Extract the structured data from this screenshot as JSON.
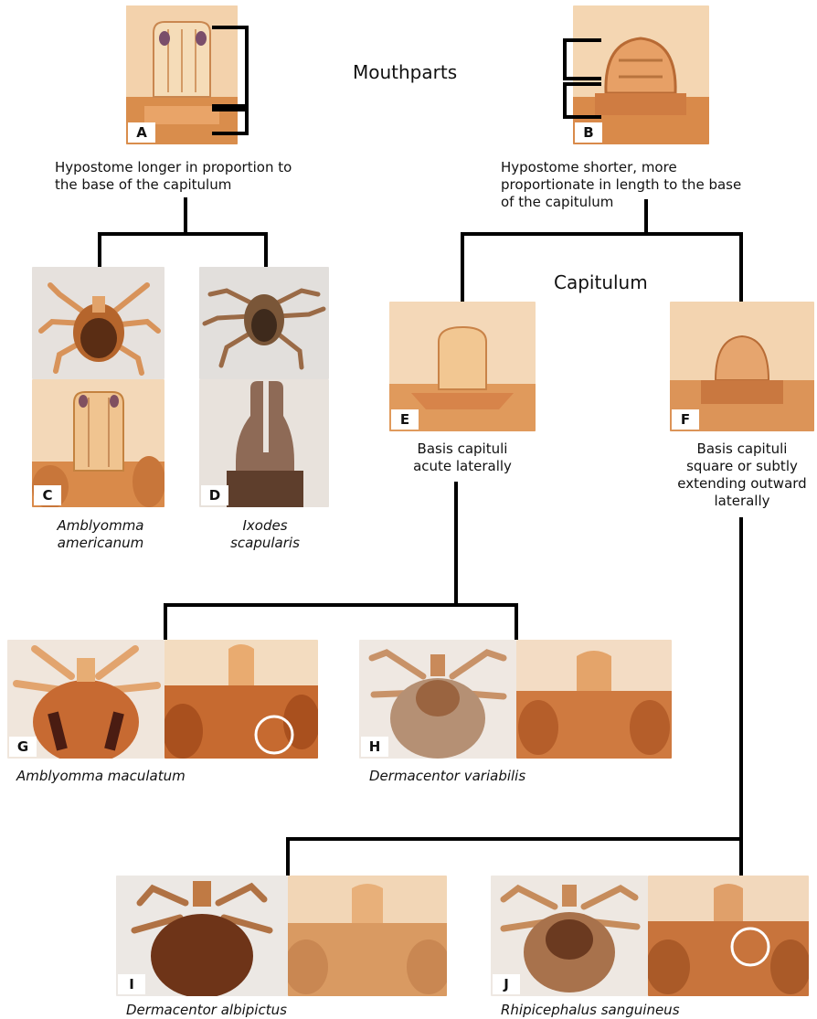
{
  "sections": {
    "mouthparts": "Mouthparts",
    "capitulum": "Capitulum"
  },
  "panels": {
    "A": "A",
    "B": "B",
    "C": "C",
    "D": "D",
    "E": "E",
    "F": "F",
    "G": "G",
    "H": "H",
    "I": "I",
    "J": "J"
  },
  "descriptions": {
    "A_line1": "Hypostome longer in proportion to",
    "A_line2": "the base of the capitulum",
    "B_line1": "Hypostome shorter, more",
    "B_line2": "proportionate in length to the base",
    "B_line3": "of the capitulum",
    "E_line1": "Basis capituli",
    "E_line2": "acute laterally",
    "F_line1": "Basis capituli",
    "F_line2": "square or subtly",
    "F_line3": "extending outward",
    "F_line4": "laterally"
  },
  "species": {
    "C_line1": "Amblyomma",
    "C_line2": "americanum",
    "D_line1": "Ixodes",
    "D_line2": "scapularis",
    "G": "Amblyomma maculatum",
    "H": "Dermacentor variabilis",
    "I": "Dermacentor albipictus",
    "J": "Rhipicephalus sanguineus"
  },
  "colors": {
    "tick_orange": "#d98a4a",
    "tick_light": "#f0c79a",
    "tick_dark": "#7a3f1c",
    "background_photo": "#e9e3dc",
    "line": "#000000"
  }
}
